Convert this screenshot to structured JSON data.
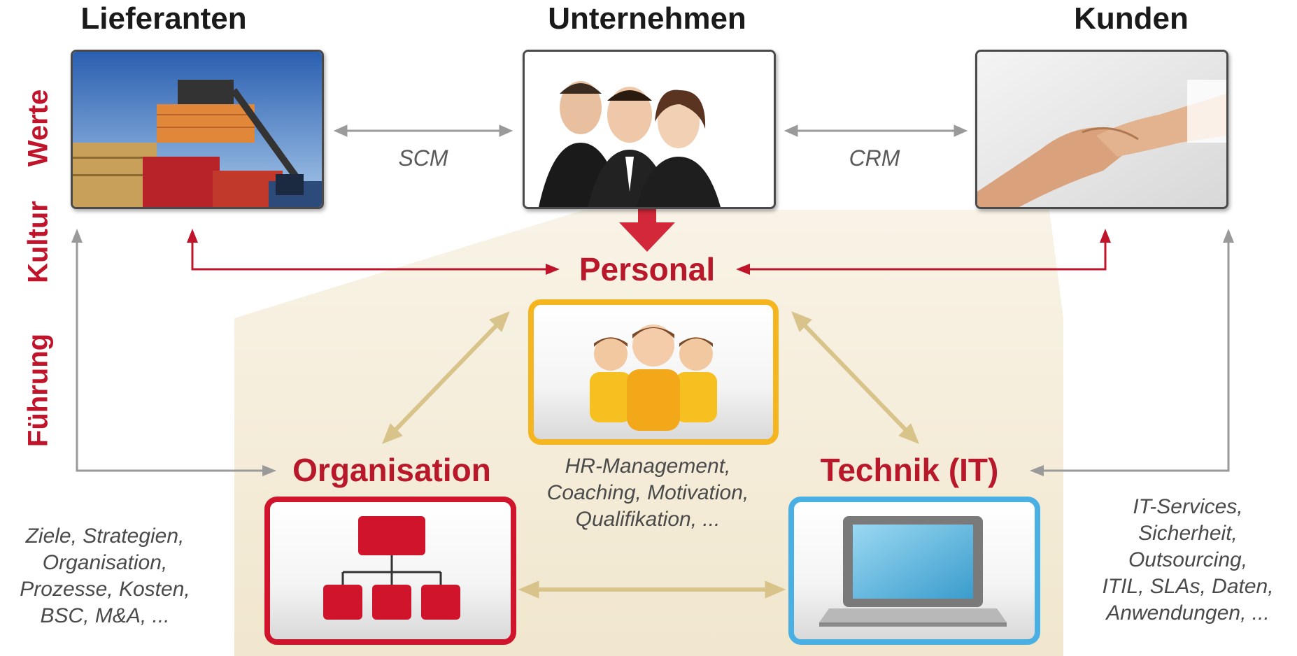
{
  "columns": {
    "suppliers": "Lieferanten",
    "company": "Unternehmen",
    "customers": "Kunden"
  },
  "links": {
    "scm": "SCM",
    "crm": "CRM"
  },
  "side_words": [
    "Werte",
    "Kultur",
    "Führung"
  ],
  "personal": {
    "heading": "Personal",
    "desc": [
      "HR-Management,",
      "Coaching, Motivation,",
      "Qualifikation, ..."
    ]
  },
  "organisation": {
    "heading": "Organisation",
    "desc": [
      "Ziele, Strategien,",
      "Organisation,",
      "Prozesse, Kosten,",
      "BSC, M&A, ..."
    ]
  },
  "technik": {
    "heading": "Technik (IT)",
    "desc": [
      "IT-Services,",
      "Sicherheit,",
      "Outsourcing,",
      "ITIL, SLAs, Daten,",
      "Anwendungen, ..."
    ]
  },
  "colors": {
    "red": "#c0142b",
    "gray_arrow": "#9a9a9a",
    "gold_arrow": "#d8c48a",
    "house": "#f2ead6",
    "personal_border": "#f5b51f",
    "org_border": "#d0142b",
    "tech_border": "#4ab0e4"
  },
  "icons": {
    "personal": "people-group-icon",
    "organisation": "org-chart-icon",
    "technik": "laptop-icon"
  }
}
